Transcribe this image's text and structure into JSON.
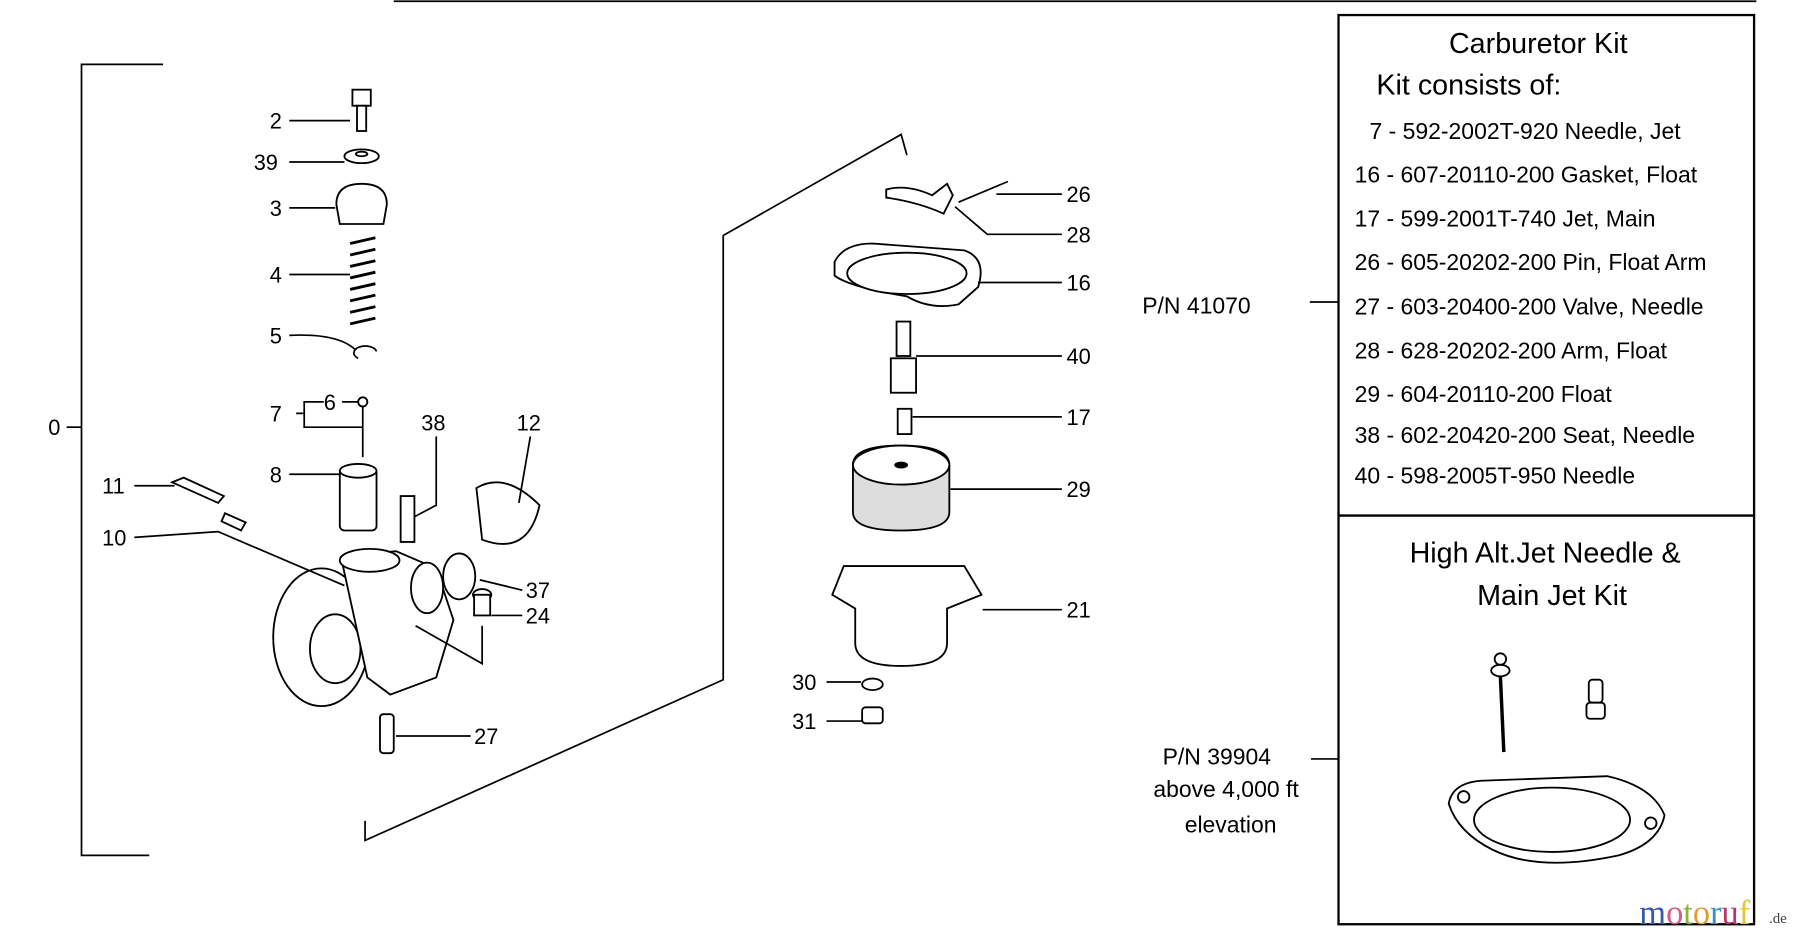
{
  "diagram": {
    "assembly_ref": "0",
    "callouts": {
      "c2": "2",
      "c39": "39",
      "c3": "3",
      "c4": "4",
      "c5": "5",
      "c6": "6",
      "c7": "7",
      "c8": "8",
      "c38": "38",
      "c12": "12",
      "c11": "11",
      "c10": "10",
      "c37": "37",
      "c24": "24",
      "c27": "27",
      "c26": "26",
      "c28": "28",
      "c16": "16",
      "c40": "40",
      "c17": "17",
      "c29": "29",
      "c21": "21",
      "c30": "30",
      "c31": "31"
    }
  },
  "carburetor_kit": {
    "part_number": "P/N 41070",
    "title": "Carburetor Kit",
    "subtitle": "Kit consists of:",
    "items": [
      "7 - 592-2002T-920 Needle, Jet",
      "16 - 607-20110-200 Gasket, Float",
      "17 - 599-2001T-740 Jet, Main",
      "26 - 605-20202-200 Pin, Float Arm",
      "27 - 603-20400-200 Valve, Needle",
      "28 - 628-20202-200 Arm, Float",
      "29 - 604-20110-200 Float",
      "38 - 602-20420-200 Seat, Needle",
      "40 - 598-2005T-950 Needle"
    ]
  },
  "high_alt_kit": {
    "title_line1": "High Alt.Jet Needle &",
    "title_line2": "Main Jet Kit",
    "part_number": "P/N 39904",
    "note_line1": "above 4,000 ft",
    "note_line2": "elevation"
  },
  "watermark": {
    "text": "motoruf",
    "suffix": ".de"
  }
}
